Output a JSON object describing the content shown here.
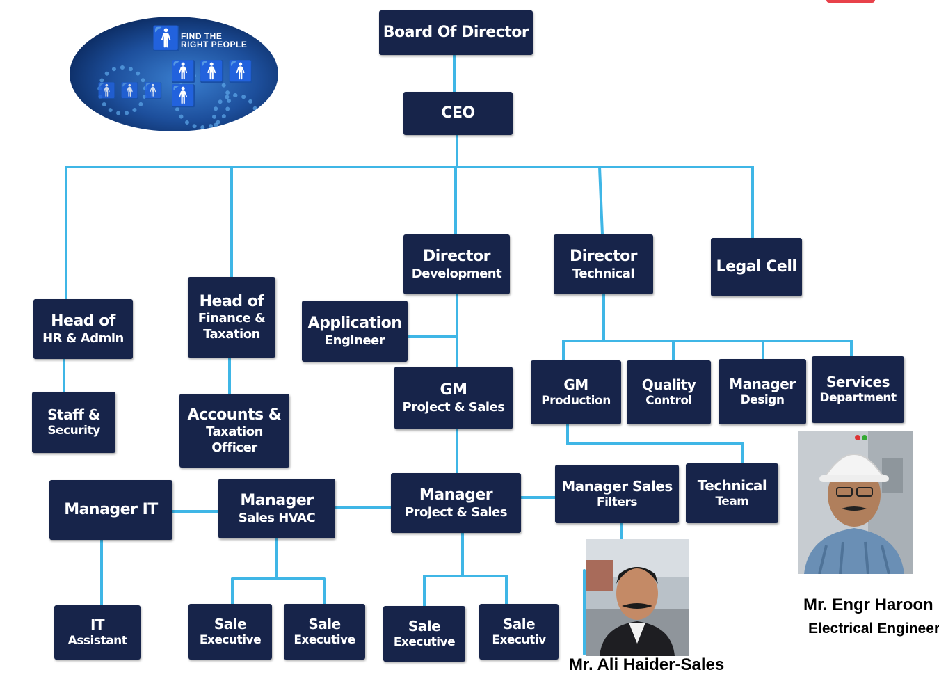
{
  "banner": {
    "slogan_line1": "FIND THE",
    "slogan_line2": "RIGHT PEOPLE"
  },
  "nodes": {
    "board": [
      "Board Of Director"
    ],
    "ceo": [
      "CEO"
    ],
    "dir_dev": [
      "Director",
      "Development"
    ],
    "dir_tech": [
      "Director",
      "Technical"
    ],
    "legal": [
      "Legal Cell"
    ],
    "head_hr": [
      "Head of",
      "HR & Admin"
    ],
    "head_fin": [
      "Head of",
      "Finance &",
      "Taxation"
    ],
    "app_eng": [
      "Application",
      "Engineer"
    ],
    "gm_ps": [
      "GM",
      "Project & Sales"
    ],
    "gm_prod": [
      "GM",
      "Production"
    ],
    "quality": [
      "Quality",
      "Control"
    ],
    "mgr_design": [
      "Manager",
      "Design"
    ],
    "services": [
      "Services",
      "Department"
    ],
    "staff": [
      "Staff &",
      "Security"
    ],
    "accounts": [
      "Accounts &",
      "Taxation",
      "Officer"
    ],
    "mgr_it": [
      "Manager IT"
    ],
    "mgr_hvac": [
      "Manager",
      "Sales HVAC"
    ],
    "mgr_ps": [
      "Manager",
      "Project & Sales"
    ],
    "mgr_filters": [
      "Manager Sales",
      "Filters"
    ],
    "tech_team": [
      "Technical",
      "Team"
    ],
    "it_asst": [
      "IT",
      "Assistant"
    ],
    "sale1": [
      "Sale",
      "Executive"
    ],
    "sale2": [
      "Sale",
      "Executive"
    ],
    "sale3": [
      "Sale",
      "Executive"
    ],
    "sale4": [
      "Sale",
      "Executiv"
    ]
  },
  "captions": {
    "ali": "Mr. Ali Haider-Sales",
    "haroon_name": "Mr. Engr Haroon",
    "haroon_title": "Electrical Engineer"
  },
  "colors": {
    "box": "#17244a",
    "box_text": "#ffffff",
    "connector": "#3fb6e6"
  }
}
